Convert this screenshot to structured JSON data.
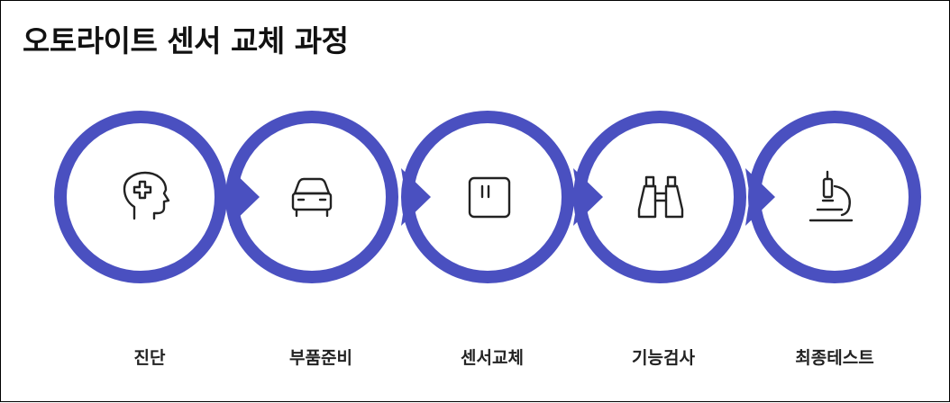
{
  "title": "오토라이트 센서 교체 과정",
  "colors": {
    "ring": "#4a50c0",
    "icon": "#222222",
    "text": "#222222"
  },
  "steps": [
    {
      "label": "진단",
      "icon": "head-medical-icon"
    },
    {
      "label": "부품준비",
      "icon": "car-icon"
    },
    {
      "label": "센서교체",
      "icon": "sensor-module-icon"
    },
    {
      "label": "기능검사",
      "icon": "binoculars-icon"
    },
    {
      "label": "최종테스트",
      "icon": "microscope-icon"
    }
  ]
}
